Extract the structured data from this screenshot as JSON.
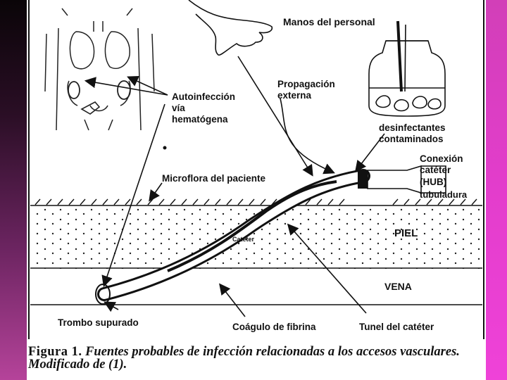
{
  "labels": {
    "hands": "Manos del personal",
    "propagation_line1": "Propagación",
    "propagation_line2": "externa",
    "autoinfection_line1": "Autoinfección",
    "autoinfection_line2": "vía",
    "autoinfection_line3": "hematógena",
    "disinfectants_line1": "desinfectantes",
    "disinfectants_line2": "contaminados",
    "connection_line1": "Conexión",
    "connection_line2": "catéter",
    "connection_line3": "(HUB)",
    "tubing": "tubuladura",
    "microflora": "Microflora del paciente",
    "skin": "PIEL",
    "catheter": "Catéter",
    "vein": "VENA",
    "thrombus": "Trombo supurado",
    "fibrin_clot": "Coágulo de fibrina",
    "catheter_tunnel": "Tunel del catéter"
  },
  "caption": {
    "lead": "Figura 1.",
    "rest": " Fuentes probables de infección relacionadas a los accesos vasculares. Modificado de (1)."
  }
}
